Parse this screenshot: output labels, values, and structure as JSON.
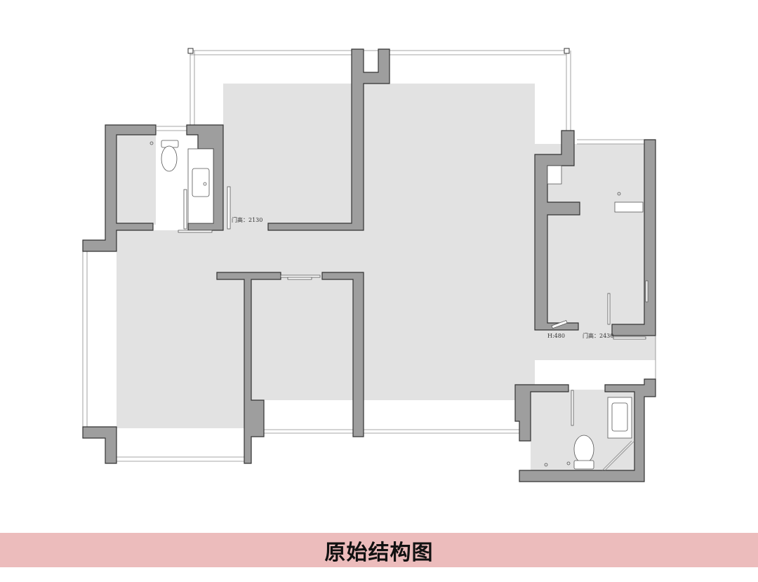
{
  "plan": {
    "title": "原始结构图",
    "annotations": {
      "door_height_left": "门高：2130",
      "h_label_right": "H:480",
      "door_height_right": "门高：2430"
    }
  },
  "colors": {
    "banner": "#ecbcbc",
    "wall": "#9e9e9e",
    "floor": "#e2e2e2"
  }
}
